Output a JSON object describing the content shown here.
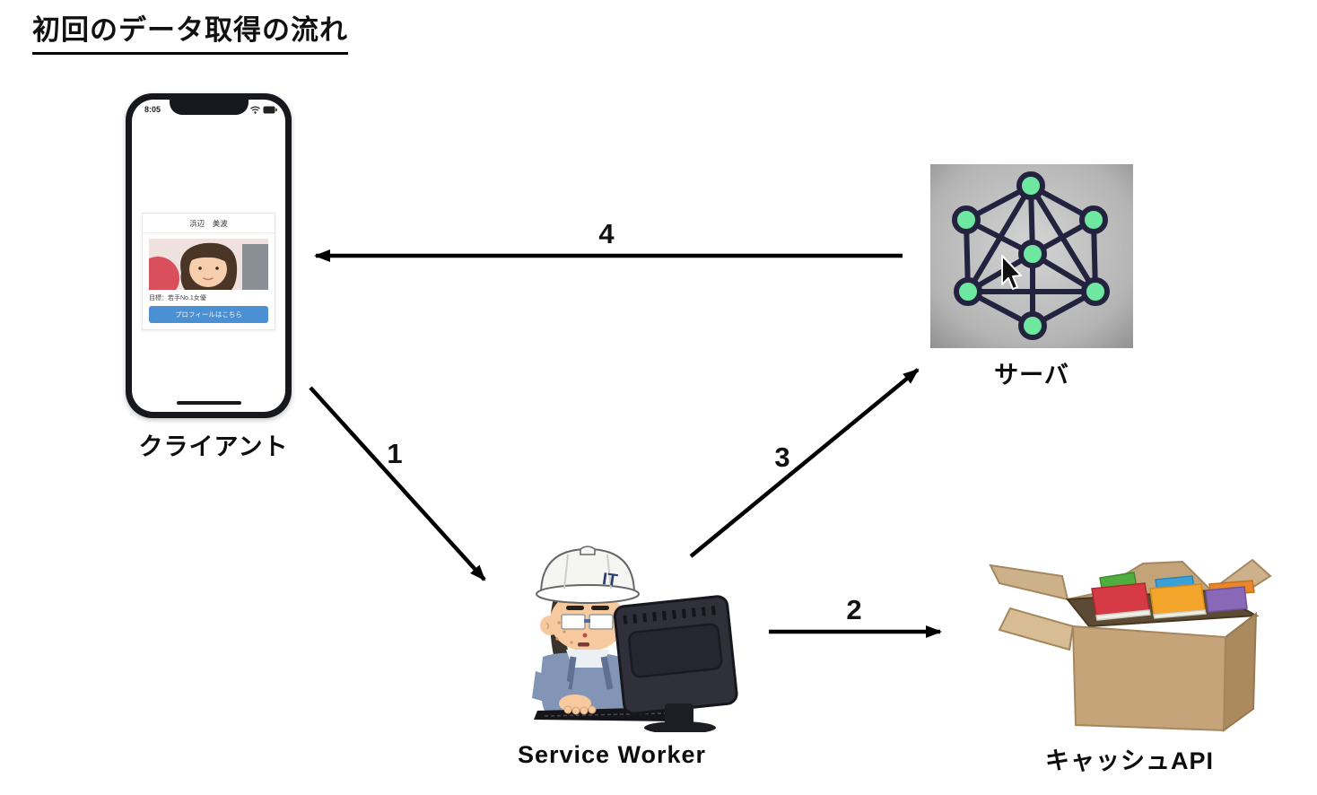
{
  "title": "初回のデータ取得の流れ",
  "client": {
    "label": "クライアント",
    "phone": {
      "time": "8:05",
      "card": {
        "name": "浜辺　美波",
        "goal": "目標：若手No.1女優",
        "button_label": "プロフィールはこちら"
      }
    }
  },
  "server": {
    "label": "サーバ"
  },
  "service_worker": {
    "label": "Service Worker",
    "helmet_text": "IT"
  },
  "cache": {
    "label": "キャッシュAPI"
  },
  "steps": [
    {
      "number": "1",
      "from": "クライアント",
      "to": "Service Worker"
    },
    {
      "number": "2",
      "from": "Service Worker",
      "to": "キャッシュAPI"
    },
    {
      "number": "3",
      "from": "Service Worker",
      "to": "サーバ"
    },
    {
      "number": "4",
      "from": "サーバ",
      "to": "クライアント"
    }
  ],
  "colors": {
    "accent_blue": "#4a90d2",
    "arrow_black": "#000000",
    "node_green": "#6ee8a0",
    "cardboard": "#c9a87c"
  }
}
